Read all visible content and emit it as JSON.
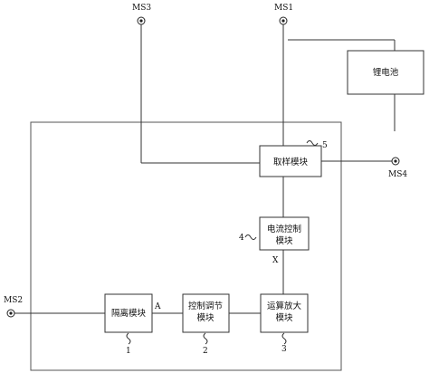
{
  "terminals": {
    "ms1": "MS1",
    "ms2": "MS2",
    "ms3": "MS3",
    "ms4": "MS4"
  },
  "modules": {
    "sampling": "取样模块",
    "current_control_l1": "电流控制",
    "current_control_l2": "模块",
    "isolation": "隔离模块",
    "control_adjust_l1": "控制调节",
    "control_adjust_l2": "模块",
    "opamp_l1": "运算放大",
    "opamp_l2": "模块",
    "battery": "锂电池"
  },
  "nodes": {
    "a": "A",
    "x": "X"
  },
  "refs": {
    "isolation": "1",
    "control_adjust": "2",
    "opamp": "3",
    "current_control": "4",
    "sampling": "5"
  }
}
